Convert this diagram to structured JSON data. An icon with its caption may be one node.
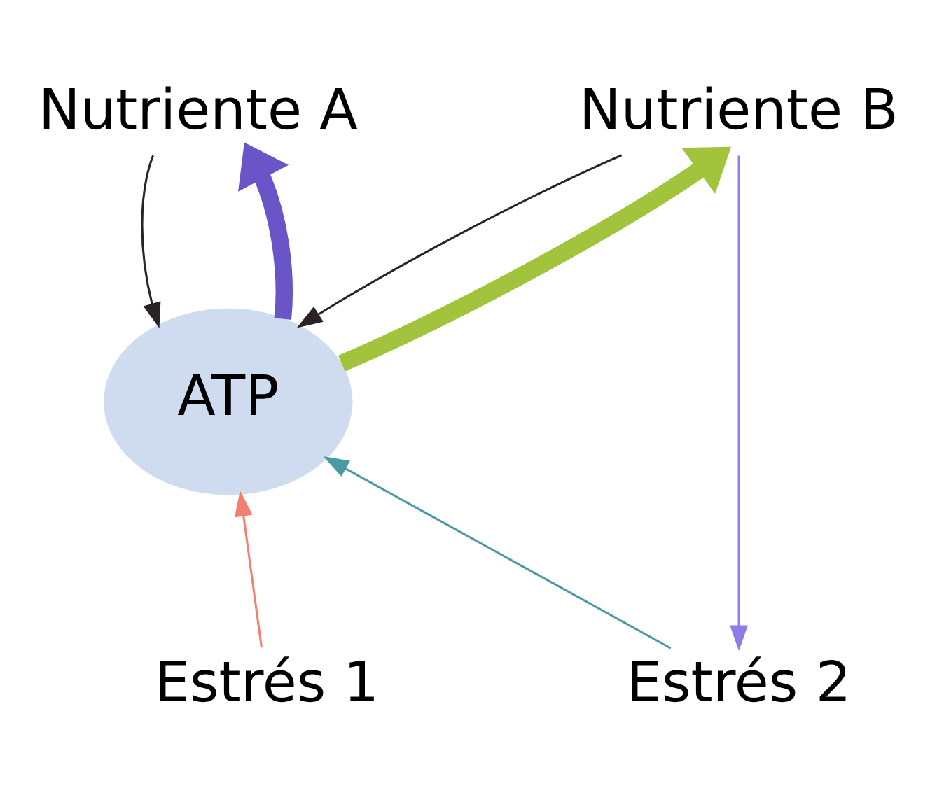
{
  "diagram": {
    "nodes": [
      {
        "text": [
          "Nutriente A"
        ]
      },
      {
        "text": [
          "Nutriente B"
        ]
      },
      {
        "text": [
          "ATP"
        ]
      },
      {
        "text": [
          "Estrés 1"
        ]
      },
      {
        "text": [
          "Estrés 2"
        ]
      }
    ],
    "edges": [
      {
        "from": 0,
        "to": 2,
        "arrow": "to",
        "color": "#2a2226"
      },
      {
        "from": 2,
        "to": 0,
        "arrow": "to",
        "style": "thick",
        "color": "#6a55c8"
      },
      {
        "from": 2,
        "to": 1,
        "arrow": "to",
        "style": "thick",
        "color": "#a2c43c"
      },
      {
        "from": 1,
        "to": 2,
        "arrow": "to",
        "color": "#2a2226"
      },
      {
        "from": 1,
        "to": 4,
        "arrow": "to",
        "color": "#8c7ee8"
      },
      {
        "from": 3,
        "to": 2,
        "arrow": "to",
        "color": "#f3806e"
      },
      {
        "from": 4,
        "to": 2,
        "arrow": "to",
        "color": "#4a9aa4"
      }
    ]
  }
}
